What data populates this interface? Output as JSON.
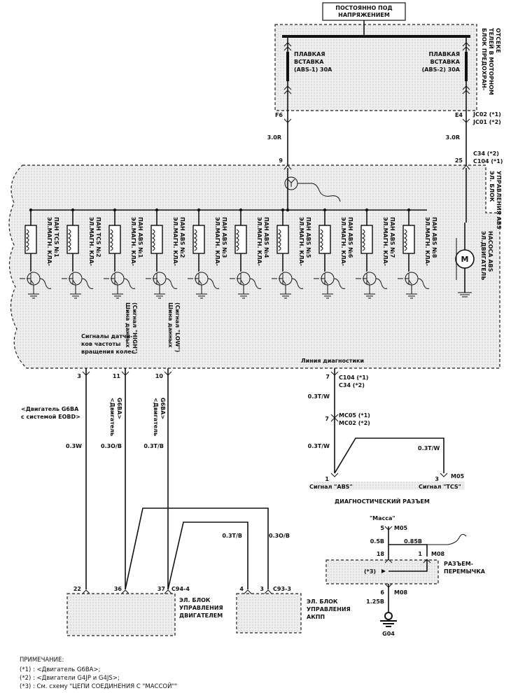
{
  "top_box": {
    "line1": "ПОСТОЯННО ПОД",
    "line2": "НАПРЯЖЕНИЕМ"
  },
  "fuse_block_label": {
    "l1": "БЛОК ПРЕДОХРАН-",
    "l2": "ТЕЛЕЙ В МОТОРНОМ",
    "l3": "ОТСЕКЕ"
  },
  "fuse1": {
    "l1": "ПЛАВКАЯ",
    "l2": "ВСТАВКА",
    "l3": "(ABS-1) 30A"
  },
  "fuse2": {
    "l1": "ПЛАВКАЯ",
    "l2": "ВСТАВКА",
    "l3": "(ABS-2) 30A"
  },
  "pins_top": {
    "f6": "F6",
    "e4": "E4",
    "jc02": "JC02 (*1)",
    "jc01": "JC01 (*2)",
    "wire_left": "3.0R",
    "wire_right": "3.0R",
    "p9": "9",
    "p25": "25",
    "c34": "C34 (*2)",
    "c104": "C104 (*1)"
  },
  "abs_unit_label": {
    "l1": "ЭЛ. БЛОК",
    "l2": "УПРАВЛЕНИЯ ABS"
  },
  "valves": [
    {
      "l1": "ЭЛ.МАГН. КЛА-",
      "l2": "ПАН TCS №1"
    },
    {
      "l1": "ЭЛ.МАГН. КЛА-",
      "l2": "ПАН TCS №2"
    },
    {
      "l1": "ЭЛ.МАГН. КЛА-",
      "l2": "ПАН ABS №1"
    },
    {
      "l1": "ЭЛ.МАГН. КЛА-",
      "l2": "ПАН ABS №2"
    },
    {
      "l1": "ЭЛ.МАГН. КЛА-",
      "l2": "ПАН ABS №3"
    },
    {
      "l1": "ЭЛ.МАГН. КЛА-",
      "l2": "ПАН ABS №4"
    },
    {
      "l1": "ЭЛ.МАГН. КЛА-",
      "l2": "ПАН ABS №5"
    },
    {
      "l1": "ЭЛ.МАГН. КЛА-",
      "l2": "ПАН ABS №6"
    },
    {
      "l1": "ЭЛ.МАГН. КЛА-",
      "l2": "ПАН ABS №7"
    },
    {
      "l1": "ЭЛ.МАГН. КЛА-",
      "l2": "ПАН ABS №8"
    }
  ],
  "motor": {
    "symbol": "M",
    "l1": "ЭЛ.ДВИГАТЕЛЬ",
    "l2": "НАСОСА ABS"
  },
  "bus_high": {
    "l1": "Шина данных",
    "l2": "(Сигнал \"HIGH\")"
  },
  "bus_low": {
    "l1": "Шина данных",
    "l2": "(Сигнал \"LOW\")"
  },
  "wheel_signals": {
    "l1": "Сигналы датчи-",
    "l2": "ков частоты",
    "l3": "вращения колес"
  },
  "diag_line": "Линия диагностики",
  "left_pins": {
    "p3": "3",
    "p11": "11",
    "p10": "10"
  },
  "engine_notes": [
    {
      "l1": "<Двигатель G6BA",
      "l2": "с системой EOBD>"
    },
    {
      "l1": "<Двигатель",
      "l2": "G6BA>"
    },
    {
      "l1": "<Двигатель",
      "l2": "G6BA>"
    }
  ],
  "wires_mid": {
    "w1": "0.3W",
    "w2": "0.3O/B",
    "w3": "0.3T/B"
  },
  "diag": {
    "p7": "7",
    "c104": "C104 (*1)",
    "c34": "C34 (*2)",
    "w": "0.3T/W",
    "p7b": "7",
    "mc05": "MC05 (*1)",
    "mc02": "MC02 (*2)",
    "w2": "0.3T/W",
    "w3": "0.3T/W",
    "p1": "1",
    "p3": "3",
    "m05": "M05",
    "sig_abs": "Сигнал \"ABS\"",
    "sig_tcs": "Сигнал \"TCS\"",
    "title": "ДИАГНОСТИЧЕСКИЙ РАЗЪЕМ"
  },
  "ground_part": {
    "massa": "\"Масса\"",
    "p5": "5",
    "m05": "M05",
    "w05b": "0.5B",
    "w085b": "0.85B",
    "p18": "18",
    "p1": "1",
    "m08": "M08",
    "jumper_l1": "РАЗЪЕМ-",
    "jumper_l2": "ПЕРЕМЫЧКА",
    "star3": "(*3)",
    "p6": "6",
    "m08b": "M08",
    "w125b": "1.25B",
    "g04": "G04"
  },
  "lower_wires": {
    "w1": "0.3T/B",
    "w2": "0.3O/B"
  },
  "ecu": {
    "p22": "22",
    "p36": "36",
    "p37": "37",
    "conn": "C94-4",
    "l1": "ЭЛ. БЛОК",
    "l2": "УПРАВЛЕНИЯ",
    "l3": "ДВИГАТЕЛЕМ"
  },
  "tcm": {
    "p4": "4",
    "p3": "3",
    "conn": "C93-3",
    "l1": "ЭЛ. БЛОК",
    "l2": "УПРАВЛЕНИЯ",
    "l3": "АКПП"
  },
  "notes": {
    "title": "ПРИМЕЧАНИЕ:",
    "n1": "(*1) : <Двигатель G6BA>;",
    "n2": "(*2) : <Двигатели G4JP и G4JS>;",
    "n3": "(*3) : См. схему \"ЦЕПИ СОЕДИНЕНИЯ С \"МАССОЙ\"\""
  }
}
